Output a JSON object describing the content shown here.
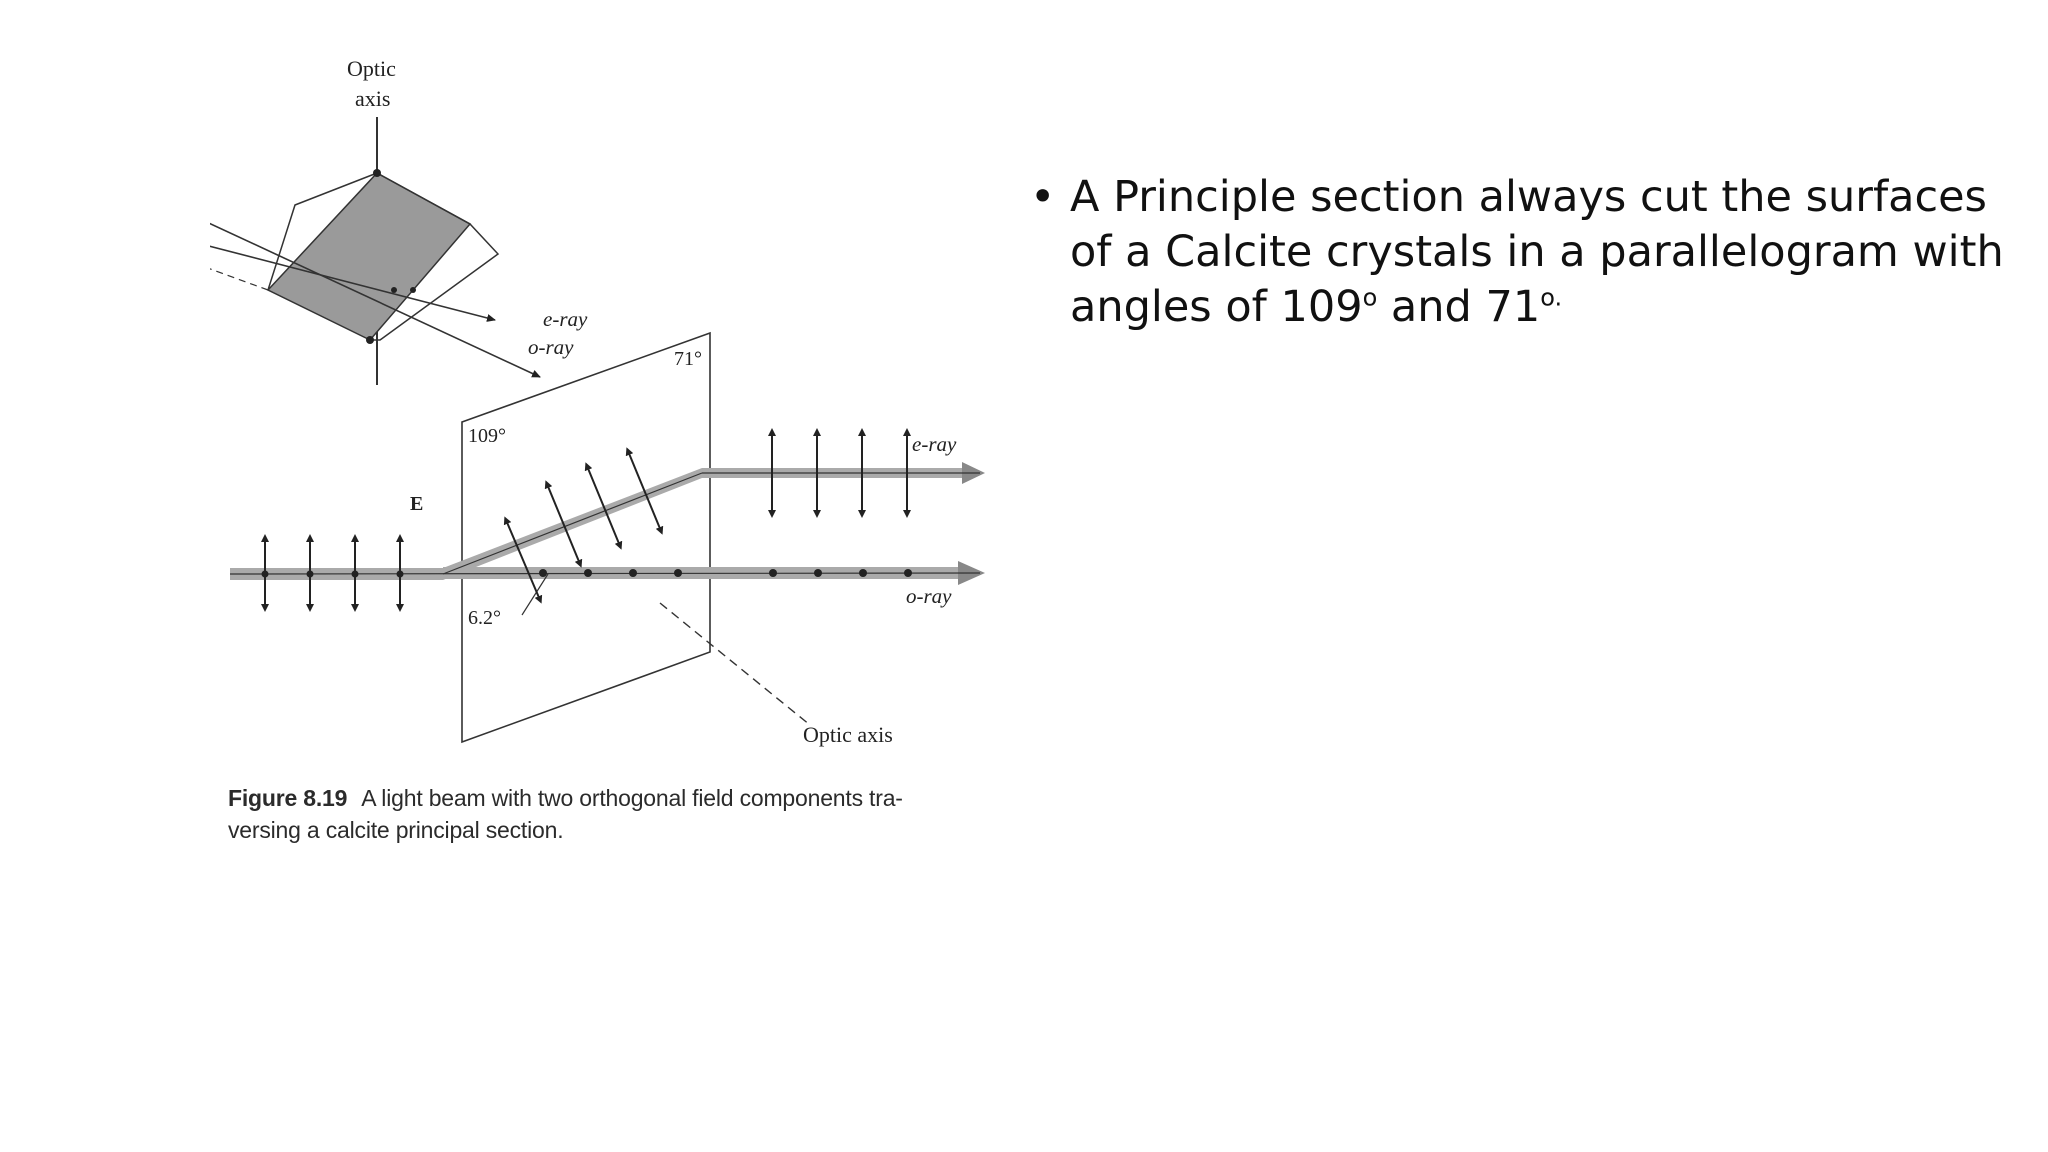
{
  "figure": {
    "labels": {
      "optic_top": "Optic",
      "axis_top": "axis",
      "eray_crystal": "e-ray",
      "oray_crystal": "o-ray",
      "angle_71": "71°",
      "angle_109": "109°",
      "e_field": "E",
      "eray_out": "e-ray",
      "oray_out": "o-ray",
      "angle_62": "6.2°",
      "optic_axis_bottom": "Optic axis"
    },
    "caption": {
      "number": "Figure 8.19",
      "text": "A light beam with two orthogonal field components tra- versing a calcite principal section."
    }
  },
  "bullets": [
    {
      "marker": "•",
      "text": "A Principle section always cut the surfaces of a Calcite crystals in a parallelogram with angles of 109",
      "sup1": "o",
      "mid": " and 71",
      "sup2": "o.",
      "end": ""
    }
  ],
  "colors": {
    "beam": "#a9a9a9",
    "crystal_face": "#9a9a9a",
    "ink": "#222222"
  }
}
